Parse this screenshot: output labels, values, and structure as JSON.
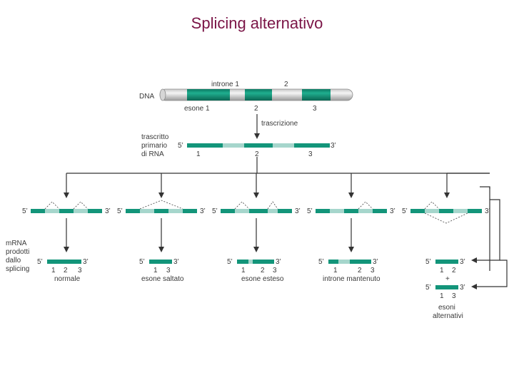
{
  "title": "Splicing alternativo",
  "colors": {
    "exon": "#13957a",
    "intron": "#a6d6cc",
    "title": "#7a1446",
    "arrow": "#333333"
  },
  "dna": {
    "label": "DNA",
    "intron_labels": [
      "introne 1",
      "2"
    ],
    "exon_labels": [
      "esone 1",
      "2",
      "3"
    ]
  },
  "transcription": {
    "label": "trascrizione",
    "primary_label": [
      "trascritto",
      "primario",
      "di RNA"
    ],
    "five": "5’",
    "three": "3’",
    "exon_numbers": [
      "1",
      "2",
      "3"
    ]
  },
  "ends": {
    "five": "5’",
    "three": "3’"
  },
  "mrna_label": [
    "mRNA",
    "prodotti",
    "dallo",
    "splicing"
  ],
  "products": [
    {
      "name": "normale",
      "numbers": [
        "1",
        "2",
        "3"
      ]
    },
    {
      "name": "esone saltato",
      "numbers": [
        "1",
        "3"
      ]
    },
    {
      "name": "esone esteso",
      "numbers": [
        "1",
        "2",
        "3"
      ]
    },
    {
      "name": "introne mantenuto",
      "numbers": [
        "1",
        "2",
        "3"
      ]
    },
    {
      "name": "esoni alternativi",
      "name_lines": [
        "esoni",
        "alternativi"
      ],
      "numbers_a": [
        "1",
        "2"
      ],
      "plus": "+",
      "numbers_b": [
        "1",
        "3"
      ]
    }
  ]
}
